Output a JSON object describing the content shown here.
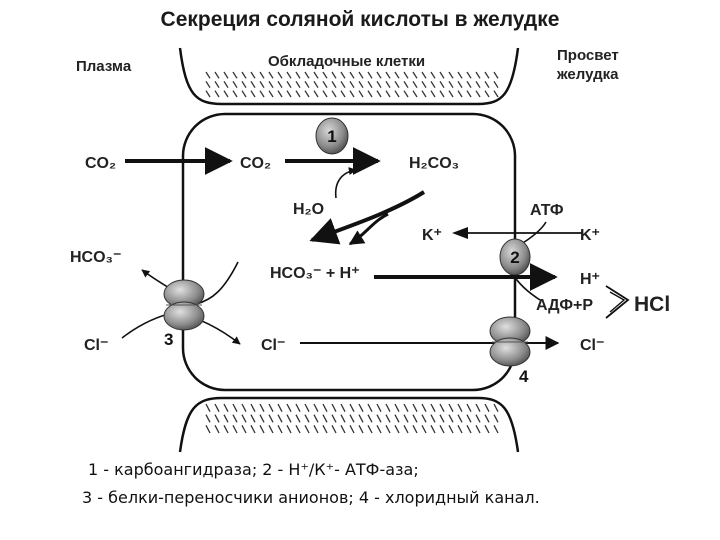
{
  "title": "Секреция соляной кислоты в желудке",
  "labels": {
    "plasma": "Плазма",
    "cells": "Обкладочные клетки",
    "lumen_line1": "Просвет",
    "lumen_line2": "желудка"
  },
  "species": {
    "co2_outside": "CO₂",
    "co2_inside": "CO₂",
    "h2co3": "H₂CO₃",
    "h2o": "H₂O",
    "hco3_outside": "HCO₃⁻",
    "hco3_h_inside": "HCO₃⁻ + H⁺",
    "cl_outside": "Cl⁻",
    "cl_inside": "Cl⁻",
    "atp": "АТФ",
    "k_inside": "K⁺",
    "k_lumen": "K⁺",
    "h_lumen": "H⁺",
    "adp_p": "АДФ+Р",
    "hcl": "HCl",
    "cl_lumen": "Cl⁻"
  },
  "markers": [
    "1",
    "2",
    "3",
    "4"
  ],
  "caption": {
    "line1": "1 - карбоангидраза; 2 - Н⁺/К⁺- АТФ-аза;",
    "line2": "3 - белки-переносчики анионов; 4 - хлоридный канал."
  }
}
